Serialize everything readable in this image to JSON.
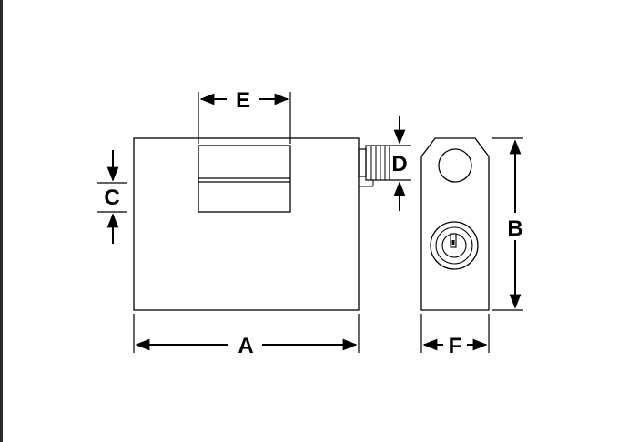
{
  "diagram": {
    "labels": {
      "a": "A",
      "b": "B",
      "c": "C",
      "d": "D",
      "e": "E",
      "f": "F"
    }
  }
}
